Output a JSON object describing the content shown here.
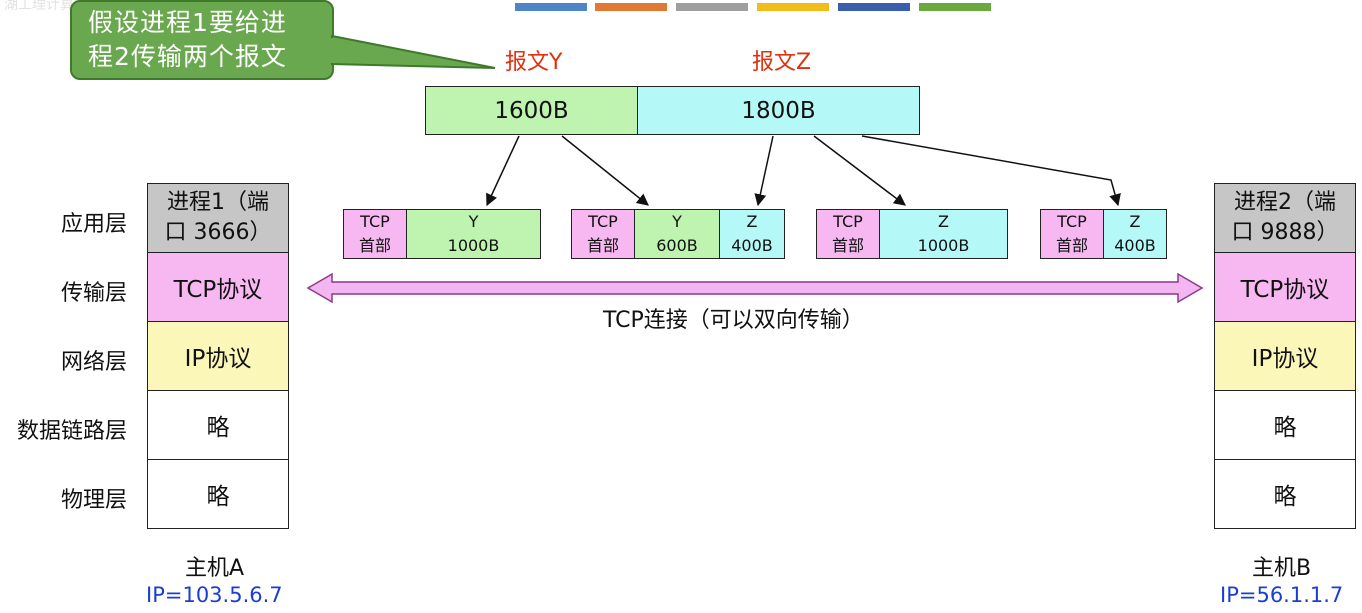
{
  "top_bar_colors": [
    "#4d86c6",
    "#e07a32",
    "#9e9e9e",
    "#f2bc1b",
    "#3a5eae",
    "#69a93d"
  ],
  "watermark": "湖工理计算机网络",
  "callout": {
    "line1": "假设进程1要给进",
    "line2": "程2传输两个报文"
  },
  "messages": {
    "y_label": "报文Y",
    "z_label": "报文Z",
    "y_size": "1600B",
    "z_size": "1800B"
  },
  "segments": [
    {
      "header_top": "TCP",
      "header_bottom": "首部",
      "parts": [
        {
          "name": "Y",
          "size": "1000B"
        }
      ]
    },
    {
      "header_top": "TCP",
      "header_bottom": "首部",
      "parts": [
        {
          "name": "Y",
          "size": "600B"
        },
        {
          "name": "Z",
          "size": "400B"
        }
      ]
    },
    {
      "header_top": "TCP",
      "header_bottom": "首部",
      "parts": [
        {
          "name": "Z",
          "size": "1000B"
        }
      ]
    },
    {
      "header_top": "TCP",
      "header_bottom": "首部",
      "parts": [
        {
          "name": "Z",
          "size": "400B"
        }
      ]
    }
  ],
  "layers": [
    "应用层",
    "传输层",
    "网络层",
    "数据链路层",
    "物理层"
  ],
  "host_a": {
    "process_line1": "进程1（端",
    "process_line2": "口 3666）",
    "tcp": "TCP协议",
    "ip": "IP协议",
    "datalink": "略",
    "physical": "略",
    "name": "主机A",
    "ip_addr": "IP=103.5.6.7"
  },
  "host_b": {
    "process_line1": "进程2（端",
    "process_line2": "口 9888）",
    "tcp": "TCP协议",
    "ip": "IP协议",
    "datalink": "略",
    "physical": "略",
    "name": "主机B",
    "ip_addr": "IP=56.1.1.7"
  },
  "connection_label": "TCP连接（可以双向传输）"
}
